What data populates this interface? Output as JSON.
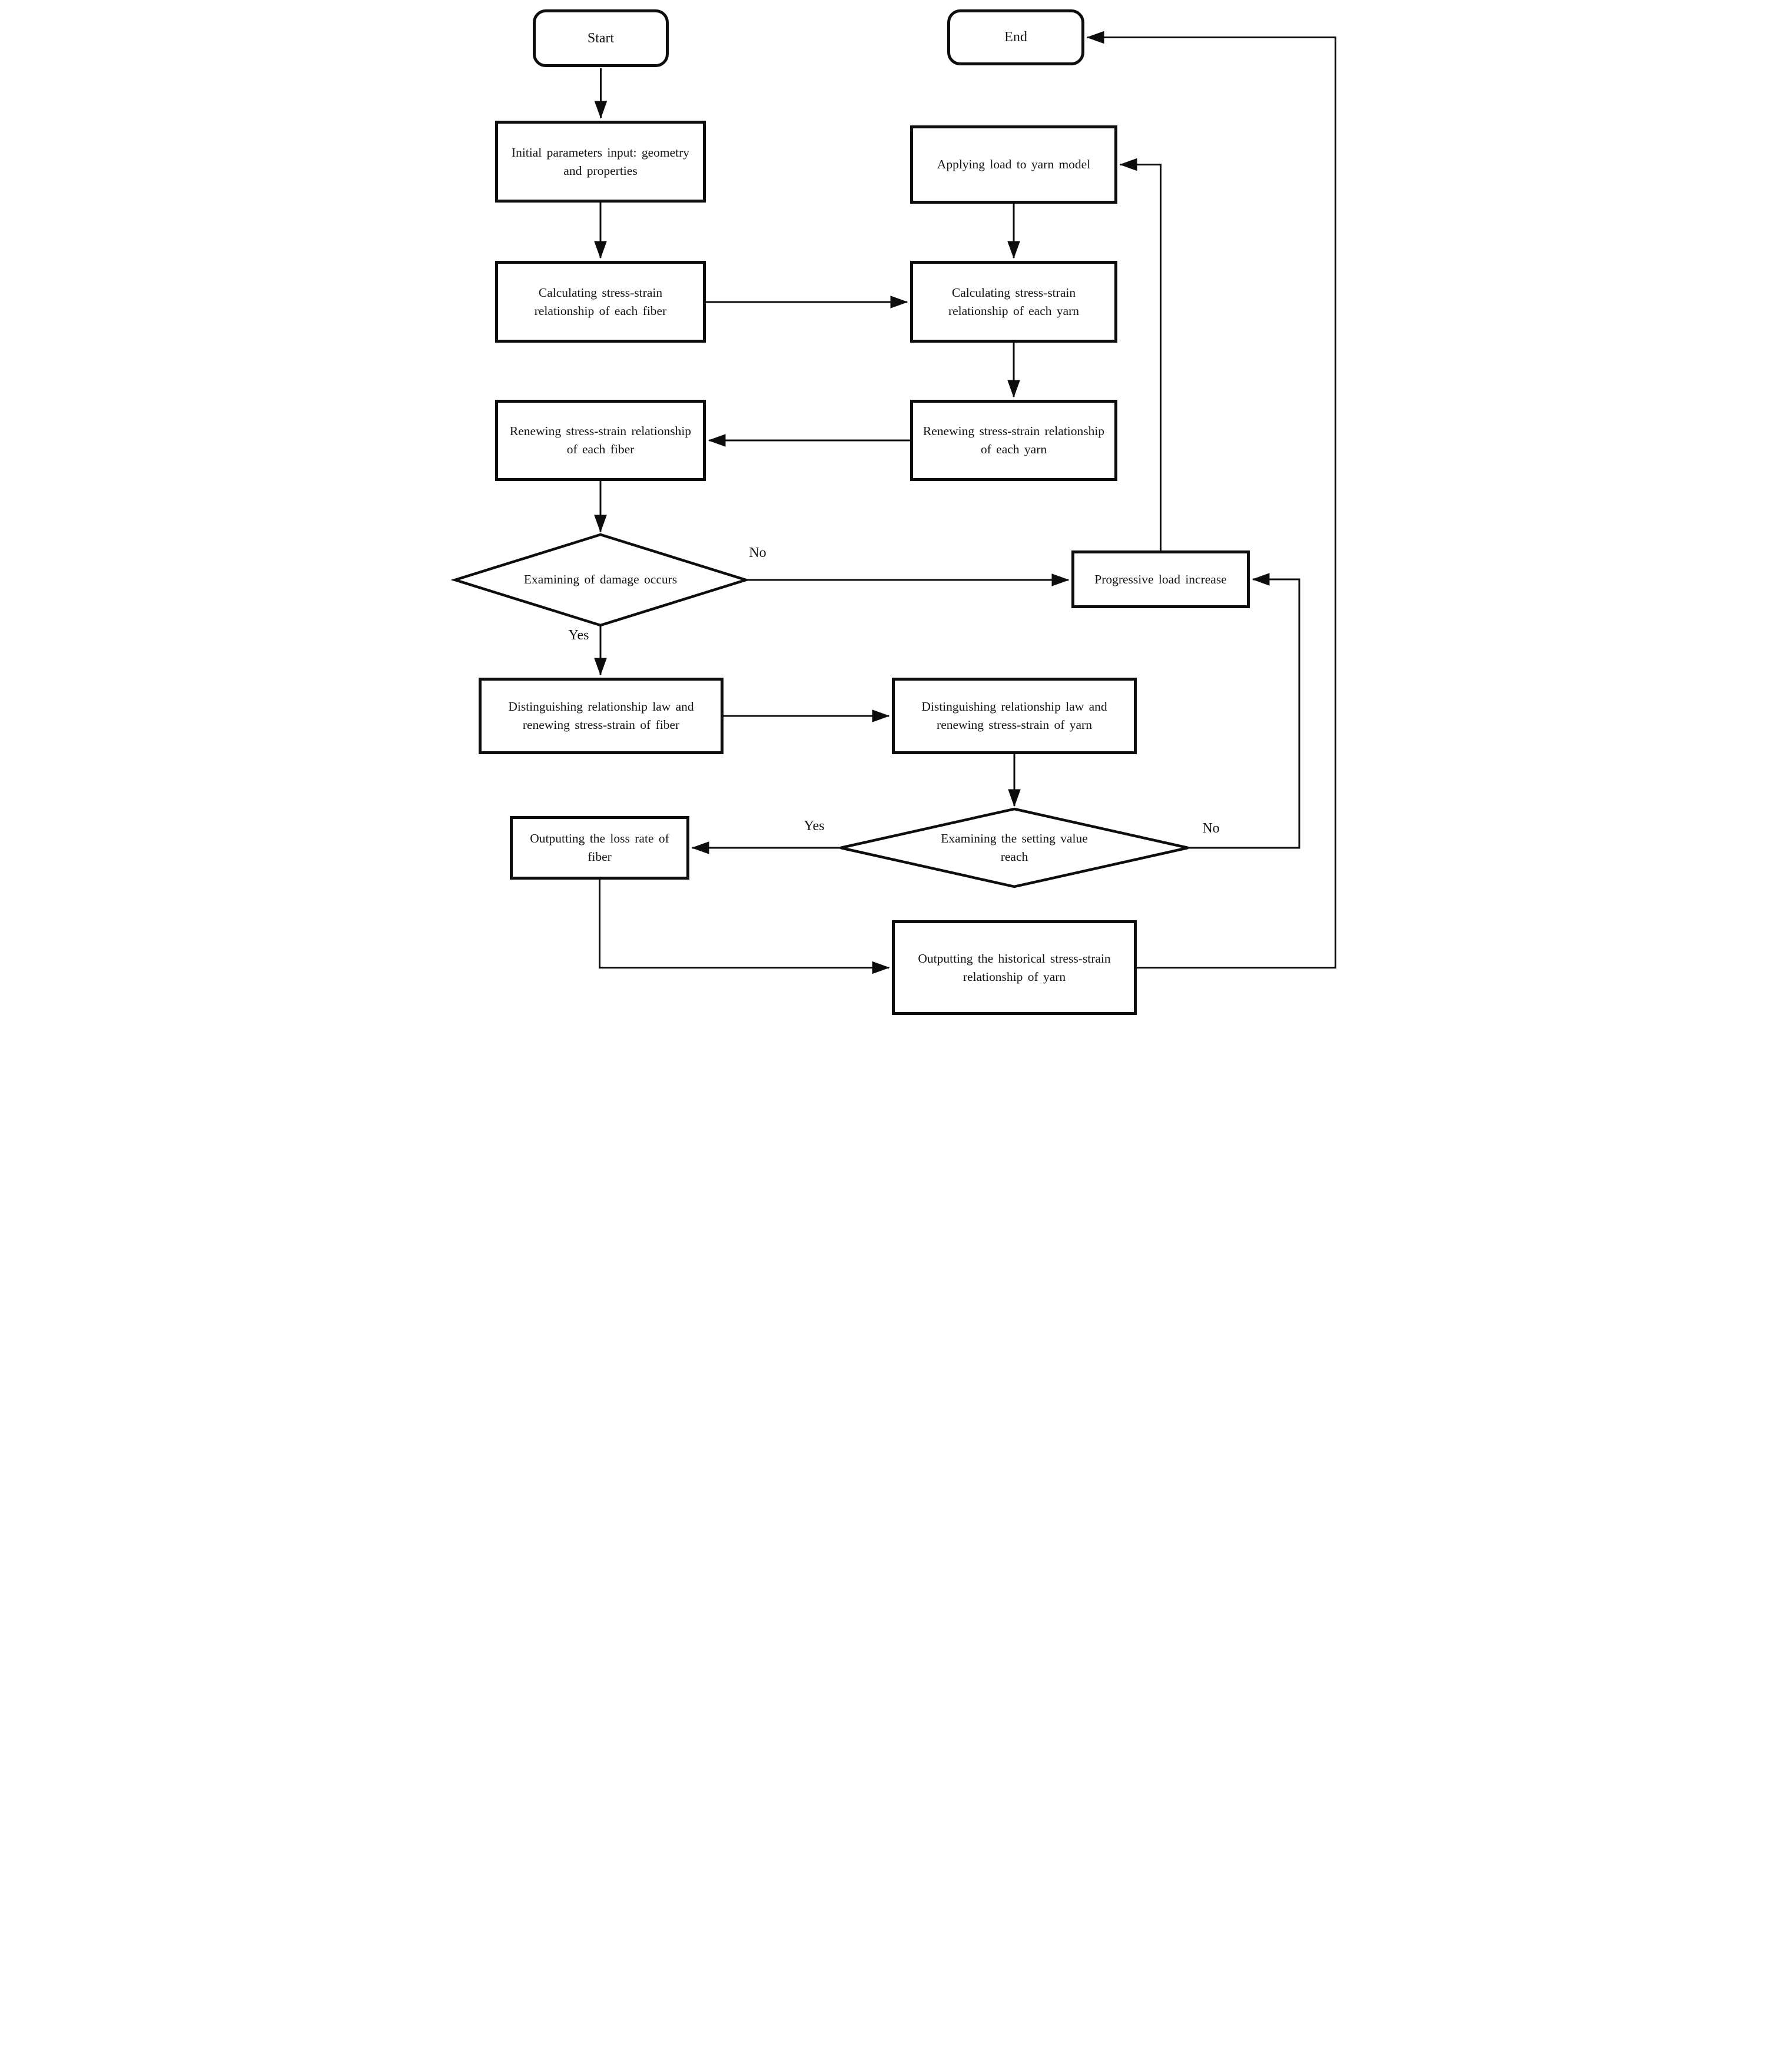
{
  "nodes": {
    "start": {
      "label": "Start"
    },
    "end": {
      "label": "End"
    },
    "initial_params": {
      "label": "Initial parameters input: geometry and properties"
    },
    "applying_load": {
      "label": "Applying load to yarn model"
    },
    "calc_fiber": {
      "label": "Calculating stress-strain relationship of each fiber"
    },
    "calc_yarn": {
      "label": "Calculating stress-strain relationship of each yarn"
    },
    "renew_fiber": {
      "label": "Renewing stress-strain relationship of each fiber"
    },
    "renew_yarn": {
      "label": "Renewing stress-strain relationship of each yarn"
    },
    "examine_damage": {
      "label": "Examining of damage occurs"
    },
    "progressive_load": {
      "label": "Progressive load increase"
    },
    "dist_fiber": {
      "label": "Distinguishing relationship law and renewing stress-strain of fiber"
    },
    "dist_yarn": {
      "label": "Distinguishing relationship law and renewing stress-strain of yarn"
    },
    "examine_setting": {
      "label": "Examining the setting value reach"
    },
    "out_loss": {
      "label": "Outputting the loss rate of fiber"
    },
    "out_hist": {
      "label": "Outputting the historical stress-strain relationship of yarn"
    }
  },
  "edge_labels": {
    "damage_no": "No",
    "damage_yes": "Yes",
    "setting_yes": "Yes",
    "setting_no": "No"
  },
  "colors": {
    "stroke": "#0d0d0d",
    "text": "#141414",
    "background": "#ffffff"
  }
}
